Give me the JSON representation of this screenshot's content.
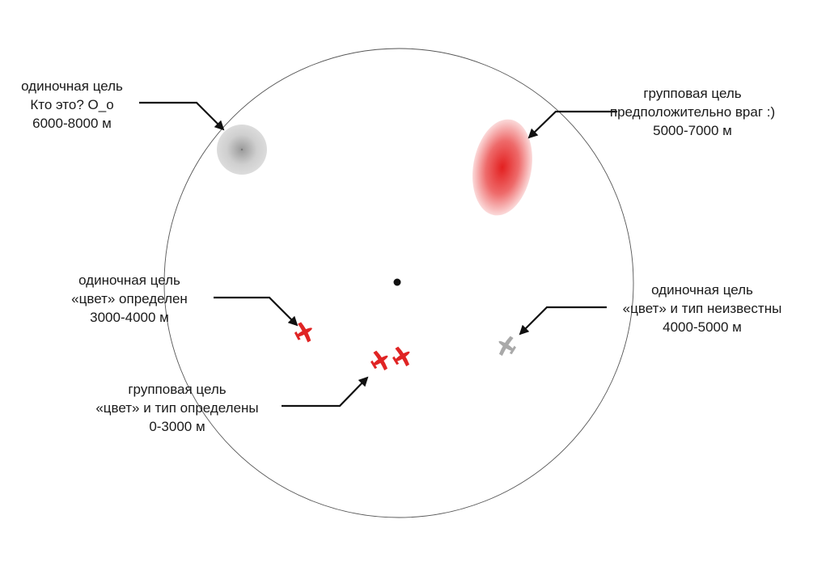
{
  "colors": {
    "enemy_red": "#e03030",
    "unknown_grey": "#a9a9a9",
    "outline": "#555555",
    "text": "#1a1a1a"
  },
  "icons": {
    "center": "radar-center-dot-icon",
    "single_unknown": "grey-blob-icon",
    "group_enemy": "red-ellipse-icon",
    "plane_red": "red-plane-icon",
    "plane_grey": "grey-plane-icon",
    "pointer": "arrow-icon"
  },
  "labels": {
    "single_unknown": {
      "line1": "одиночная цель",
      "line2": "Кто это? О_о",
      "range": "6000-8000 м"
    },
    "group_enemy": {
      "line1": "групповая цель",
      "line2": "предположительно враг :)",
      "range": "5000-7000 м"
    },
    "single_color": {
      "line1": "одиночная цель",
      "line2": "«цвет» определен",
      "range": "3000-4000 м"
    },
    "single_grey": {
      "line1": "одиночная цель",
      "line2": "«цвет» и тип неизвестны",
      "range": "4000-5000 м"
    },
    "group_known": {
      "line1": "групповая цель",
      "line2": "«цвет» и тип определены",
      "range": "0-3000 м"
    }
  }
}
